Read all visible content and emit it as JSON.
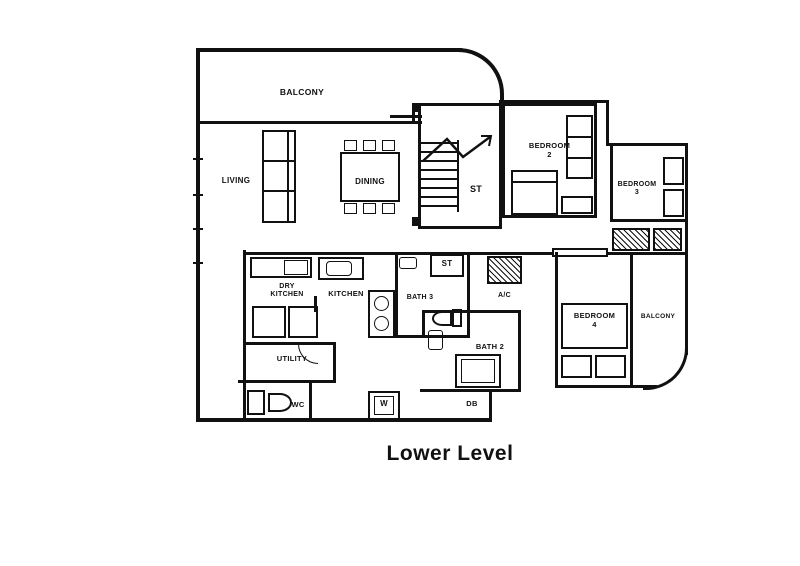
{
  "title": "Lower Level",
  "colors": {
    "wall": "#111111",
    "background": "#ffffff"
  },
  "rooms": {
    "balcony_top": "BALCONY",
    "living": "LIVING",
    "dining": "DINING",
    "stair": "ST",
    "store": "ST",
    "bedroom2": {
      "name": "BEDROOM",
      "number": "2"
    },
    "bedroom3": {
      "name": "BEDROOM",
      "number": "3"
    },
    "bedroom4": {
      "name": "BEDROOM",
      "number": "4"
    },
    "balcony_right": "BALCONY",
    "dry_kitchen": {
      "line1": "DRY",
      "line2": "KITCHEN"
    },
    "kitchen": "KITCHEN",
    "bath3": "BATH 3",
    "bath2": "BATH 2",
    "utility": "UTILITY",
    "wc": "WC",
    "ac_ledge": "A/C",
    "washer": "W",
    "db": "DB"
  }
}
